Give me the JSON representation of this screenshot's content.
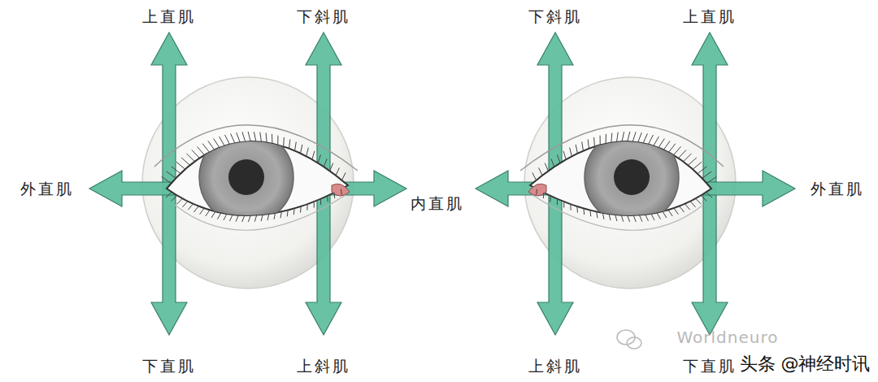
{
  "diagram": {
    "labels": [
      "上直肌",
      "下斜肌",
      "外直肌",
      "内直肌",
      "下直肌",
      "上斜肌",
      "下斜肌",
      "上直肌",
      "外直肌",
      "上斜肌",
      "下直肌",
      "Worldneuro",
      "头条 @神经时讯"
    ]
  }
}
